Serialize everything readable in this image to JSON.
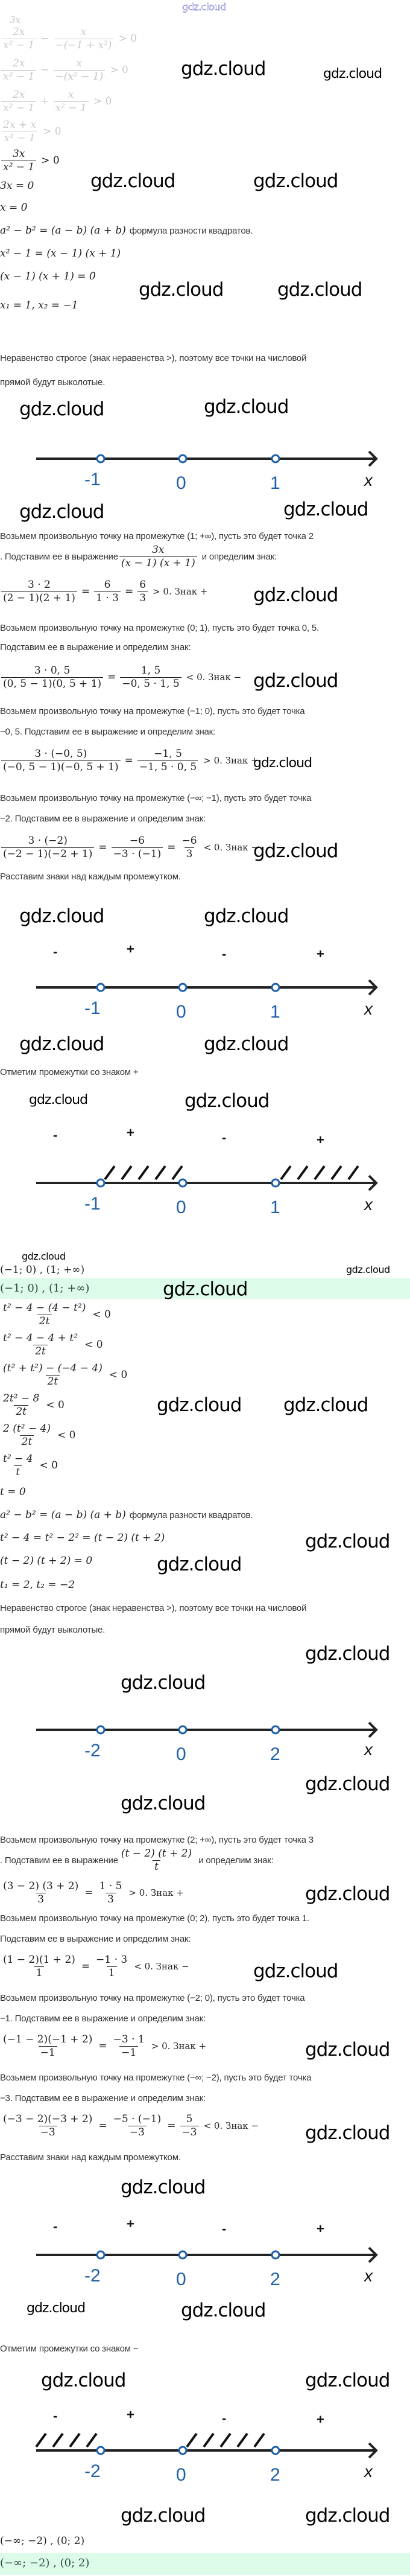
{
  "watermark": "gdz.cloud",
  "part1": {
    "faint_steps": [
      {
        "lhs_num": "2x",
        "rhs_num": "x",
        "rhs_den": "−(−1 + x²)",
        "lhs_den": "x² − 1",
        "op": "−",
        "rel": "> 0",
        "stray_top": "3x"
      },
      {
        "lhs_num": "2x",
        "rhs_num": "x",
        "rhs_den": "−(x² − 1)",
        "lhs_den": "x² − 1",
        "op": "−",
        "rel": "> 0"
      },
      {
        "lhs_num": "2x",
        "rhs_num": "x",
        "rhs_den": "x² − 1",
        "lhs_den": "x² − 1",
        "op": "+",
        "rel": "> 0"
      },
      {
        "num": "2x + x",
        "den": "x² − 1",
        "rel": "> 0"
      }
    ],
    "main_fraction": {
      "num": "3x",
      "den": "x² − 1",
      "rel": "> 0"
    },
    "eq_3x": "3x = 0",
    "eq_x0": "x = 0",
    "formula_math": "a² − b² = (a − b) (a + b)",
    "formula_text": "формула разности квадратов.",
    "factor": "x² − 1 = (x − 1) (x + 1)",
    "factor_eq": "(x − 1) (x + 1) = 0",
    "roots": "x₁ = 1,  x₂ = −1",
    "strict_line1": "Неравенство строгое (знак неравенства >), поэтому все точки на числовой",
    "strict_line2": "прямой будут выколотые.",
    "numberline_points": [
      "-1",
      "0",
      "1"
    ],
    "axis_var": "x",
    "interval_checks": [
      {
        "intro": "Возьмем произвольную точку на промежутке (1; +∞), пусть это будет точка 2",
        "intro2_prefix": ". Подставим ее в выражение",
        "expr_num": "3x",
        "expr_den": "(x − 1) (x + 1)",
        "intro2_suffix": "и определим знак:",
        "calc": [
          {
            "num": "3 · 2",
            "den": "(2 − 1)(2 + 1)"
          },
          {
            "num": "6",
            "den": "1 · 3"
          },
          {
            "num": "6",
            "den": "3"
          }
        ],
        "result": "> 0. Знак +"
      },
      {
        "intro": "Возьмем произвольную точку на промежутке (0; 1), пусть это будет точка 0, 5.",
        "intro2": "Подставим ее в выражение и определим знак:",
        "calc": [
          {
            "num": "3 · 0, 5",
            "den": "(0, 5 − 1)(0, 5 + 1)"
          },
          {
            "num": "1, 5",
            "den": "−0, 5 · 1, 5"
          }
        ],
        "result": "< 0. Знак −"
      },
      {
        "intro": "Возьмем произвольную точку на промежутке (−1; 0), пусть это будет точка",
        "intro2": "−0, 5. Подставим ее в выражение и определим знак:",
        "calc": [
          {
            "num": "3 · (−0, 5)",
            "den": "(−0, 5 − 1)(−0, 5 + 1)"
          },
          {
            "num": "−1, 5",
            "den": "−1, 5 · 0, 5"
          }
        ],
        "result": "> 0. Знак +"
      },
      {
        "intro": "Возьмем произвольную точку на промежутке (−∞; −1), пусть это будет точка",
        "intro2": "−2. Подставим ее в выражение и определим знак:",
        "calc": [
          {
            "num": "3 · (−2)",
            "den": "(−2 − 1)(−2 + 1)"
          },
          {
            "num": "−6",
            "den": "−3 · (−1)"
          },
          {
            "num": "−6",
            "den": "3"
          }
        ],
        "result": "< 0. Знак −"
      }
    ],
    "place_signs": "Расставим знаки над каждым промежутком.",
    "signs": [
      "-",
      "+",
      "-",
      "+"
    ],
    "mark_text": "Отметим промежутки со знаком +",
    "answer_plain": "(−1; 0) ,  (1; +∞)",
    "answer_highlight": "(−1; 0) ,  (1; +∞)"
  },
  "part2": {
    "steps": [
      {
        "num": "t² − 4 − (4 − t²)",
        "den": "2t",
        "rel": "< 0"
      },
      {
        "num": "t² − 4 − 4 + t²",
        "den": "2t",
        "rel": "< 0"
      },
      {
        "num": "(t² + t²) − (−4 − 4)",
        "den": "2t",
        "rel": "< 0"
      },
      {
        "num": "2t² − 8",
        "den": "2t",
        "rel": "< 0"
      },
      {
        "num": "2 (t² − 4)",
        "den": "2t",
        "rel": "< 0"
      },
      {
        "num": "t² − 4",
        "den": "t",
        "rel": "< 0"
      }
    ],
    "eq_t0": "t = 0",
    "formula_math": "a² − b² = (a − b) (a + b)",
    "formula_text": "формула разности квадратов.",
    "factor": "t² − 4 = t² − 2² = (t − 2) (t + 2)",
    "factor_eq": "(t − 2) (t + 2) = 0",
    "roots": "t₁ = 2,  t₂ = −2",
    "strict_line1": "Неравенство строгое (знак неравенства >), поэтому все точки на числовой",
    "strict_line2": "прямой будут выколотые.",
    "numberline_points": [
      "-2",
      "0",
      "2"
    ],
    "axis_var": "x",
    "interval_checks": [
      {
        "intro": "Возьмем произвольную точку на промежутке (2; +∞), пусть это будет точка 3",
        "intro2_prefix": ". Подставим ее в выражение",
        "expr_num": "(t − 2) (t + 2)",
        "expr_den": "t",
        "intro2_suffix": "и определим знак:",
        "calc": [
          {
            "num": "(3 − 2) (3 + 2)",
            "den": "3"
          },
          {
            "num": "1 · 5",
            "den": "3"
          }
        ],
        "result": "> 0. Знак +"
      },
      {
        "intro": "Возьмем произвольную точку на промежутке (0; 2), пусть это будет точка 1.",
        "intro2": "Подставим ее в выражение и определим знак:",
        "calc": [
          {
            "num": "(1 − 2)(1 + 2)",
            "den": "1"
          },
          {
            "num": "−1 · 3",
            "den": "1"
          }
        ],
        "result": "< 0. Знак −"
      },
      {
        "intro": "Возьмем произвольную точку на промежутке (−2; 0), пусть это будет точка",
        "intro2": "−1. Подставим ее в выражение и определим знак:",
        "calc": [
          {
            "num": "(−1 − 2)(−1 + 2)",
            "den": "−1"
          },
          {
            "num": "−3 · 1",
            "den": "−1"
          }
        ],
        "result": "> 0. Знак +"
      },
      {
        "intro": "Возьмем произвольную точку на промежутке (−∞; −2), пусть это будет точка",
        "intro2": "−3. Подставим ее в выражение и определим знак:",
        "calc": [
          {
            "num": "(−3 − 2)(−3 + 2)",
            "den": "−3"
          },
          {
            "num": "−5 · (−1)",
            "den": "−3"
          },
          {
            "num": "5",
            "den": "−3"
          }
        ],
        "result": "< 0. Знак −"
      }
    ],
    "place_signs": "Расставим знаки над каждым промежутком.",
    "signs": [
      "-",
      "+",
      "-",
      "+"
    ],
    "mark_text": "Отметим промежутки со знаком −",
    "answer_plain": "(−∞; −2) ,  (0; 2)",
    "answer_highlight": "(−∞; −2) ,  (0; 2)"
  },
  "colors": {
    "point_blue": "#1f5fa8",
    "axis": "#222222",
    "highlight": "#dcfbe9",
    "header_wm": "#2f2fb4"
  }
}
